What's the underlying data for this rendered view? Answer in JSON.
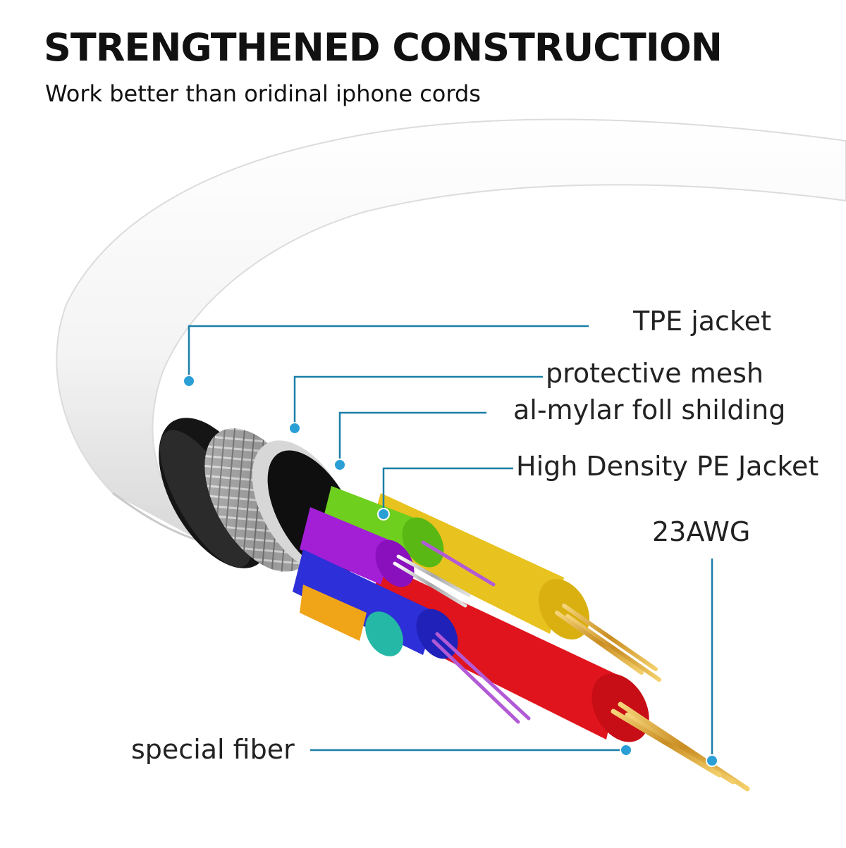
{
  "header": {
    "title": "STRENGTHENED CONSTRUCTION",
    "subtitle": "Work better than oridinal iphone cords"
  },
  "callouts": {
    "tpe_jacket": "TPE jacket",
    "protective_mesh": "protective mesh",
    "mylar_shielding": "al-mylar foll shilding",
    "pe_jacket": "High Density PE Jacket",
    "gauge": "23AWG",
    "special_fiber": "special fiber"
  },
  "colors": {
    "leader_line": "#1a7fa8",
    "leader_dot": "#2a9fd6",
    "cable_jacket": "#f2f2f2",
    "outer_black_layer": "#151515",
    "wire_green": "#6fcf1f",
    "wire_yellow": "#e8c21e",
    "wire_purple": "#a21fd6",
    "wire_blue": "#2d2fd8",
    "wire_orange": "#f0a418",
    "wire_red": "#e0141c",
    "copper": "#d9a93c"
  }
}
